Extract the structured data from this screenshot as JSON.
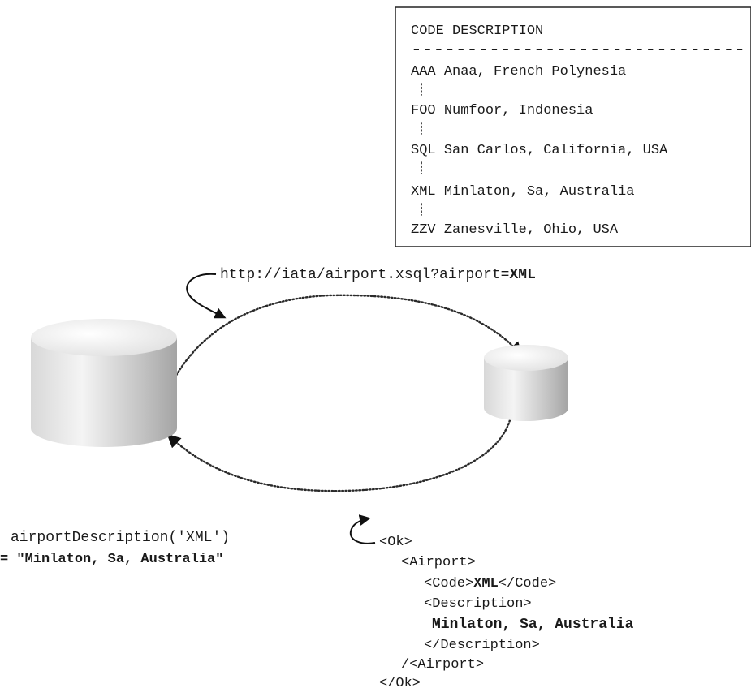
{
  "lookup_table": {
    "header": "CODE DESCRIPTION",
    "separator": "------------------------------",
    "rows": [
      {
        "code": "AAA",
        "description": "Anaa, French Polynesia"
      },
      {
        "code": "FOO",
        "description": "Numfoor, Indonesia"
      },
      {
        "code": "SQL",
        "description": "San Carlos, California, USA"
      },
      {
        "code": "XML",
        "description": "Minlaton, Sa, Australia"
      },
      {
        "code": "ZZV",
        "description": "Zanesville, Ohio, USA"
      }
    ]
  },
  "request": {
    "url_prefix": "http://iata/airport.xsql?airport=",
    "url_param": "XML"
  },
  "function_call": {
    "call": "airportDescription('XML')",
    "result": "= \"Minlaton, Sa, Australia\""
  },
  "response": {
    "ok_open": "<Ok>",
    "airport_open": "<Airport>",
    "code_open": "<Code>",
    "code_value": "XML",
    "code_close": "</Code>",
    "description_open": "<Description>",
    "description_value": "Minlaton, Sa, Australia",
    "description_close": "</Description>",
    "airport_close": "/<Airport>",
    "ok_close": "</Ok>"
  },
  "colors": {
    "cylinder_light": "#f2f2f2",
    "cylinder_dark": "#a8a8a8",
    "ink": "#1a1a1a"
  }
}
